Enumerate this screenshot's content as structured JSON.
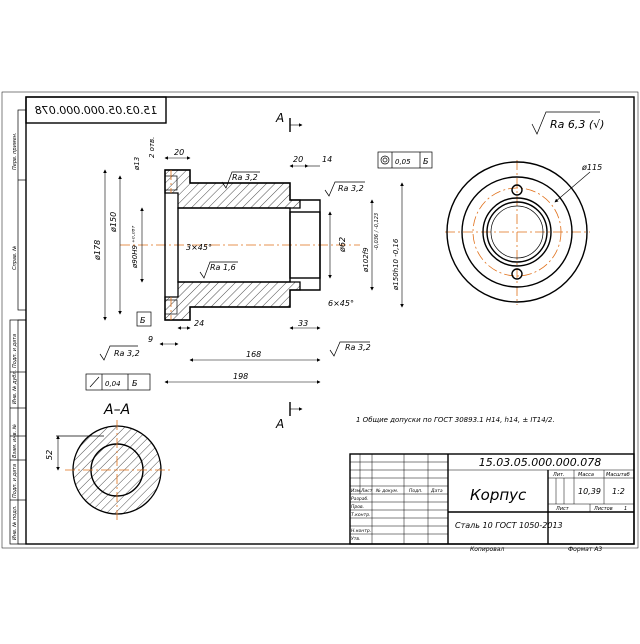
{
  "doc_number": "15.03.05.000.000.078",
  "doc_number_mirrored": "15.03.05.000.000.078",
  "roughness_general": "Ra 6,3 (√)",
  "roughness_marks": [
    "Ra 3,2",
    "Ra 3,2",
    "Ra 1,6",
    "Ra 3,2",
    "Ra 3,2"
  ],
  "section_letter": "A",
  "section_title": "A–A",
  "dimensions": {
    "d13": "ø13",
    "holes": "2 отв.",
    "w20a": "20",
    "w20b": "20",
    "w14": "14",
    "d150": "ø150",
    "d178": "ø178",
    "d90": "ø90H9 ⁺⁰·⁰⁸⁷",
    "chamfer1": "3×45°",
    "d62": "ø62",
    "d102": "ø102f9",
    "d102_tol": "-0,036 / -0,123",
    "d150h10": "ø150h10 -0,16",
    "chamfer2": "6×45°",
    "w24": "24",
    "w33": "33",
    "w9": "9",
    "l168": "168",
    "l198": "198",
    "d115": "ø115",
    "s52": "52"
  },
  "tolerances": {
    "runout_value": "0,05",
    "runout_datum": "Б",
    "perp_value": "0,04",
    "perp_datum": "Б",
    "datum_label": "Б"
  },
  "note": "1 Общие допуски по ГОСТ 30893.1 H14, h14, ± IT14/2.",
  "title_block": {
    "code": "15.03.05.000.000.078",
    "name": "Корпус",
    "material": "Сталь 10 ГОСТ 1050-2013",
    "lit_header": "Лит.",
    "mass_header": "Масса",
    "scale_header": "Масштаб",
    "mass": "10,39",
    "scale": "1:2",
    "sheet_label": "Лист",
    "sheets_label": "Листов",
    "sheets_value": "1",
    "col_izm": "Изм.",
    "col_list": "Лист",
    "col_doc": "№ докум.",
    "col_sign": "Подп.",
    "col_date": "Дата",
    "row_razrab": "Разраб.",
    "row_prov": "Пров.",
    "row_tkontr": "Т.контр.",
    "row_nkontr": "Н.контр.",
    "row_utv": "Утв.",
    "copied": "Копировал",
    "format": "Формат А3"
  },
  "left_strip": [
    "Перв. примен.",
    "Справ. №",
    "Подп. и дата",
    "Инв. № дубл.",
    "Взам. инв. №",
    "Подп. и дата",
    "Инв. № подл."
  ]
}
